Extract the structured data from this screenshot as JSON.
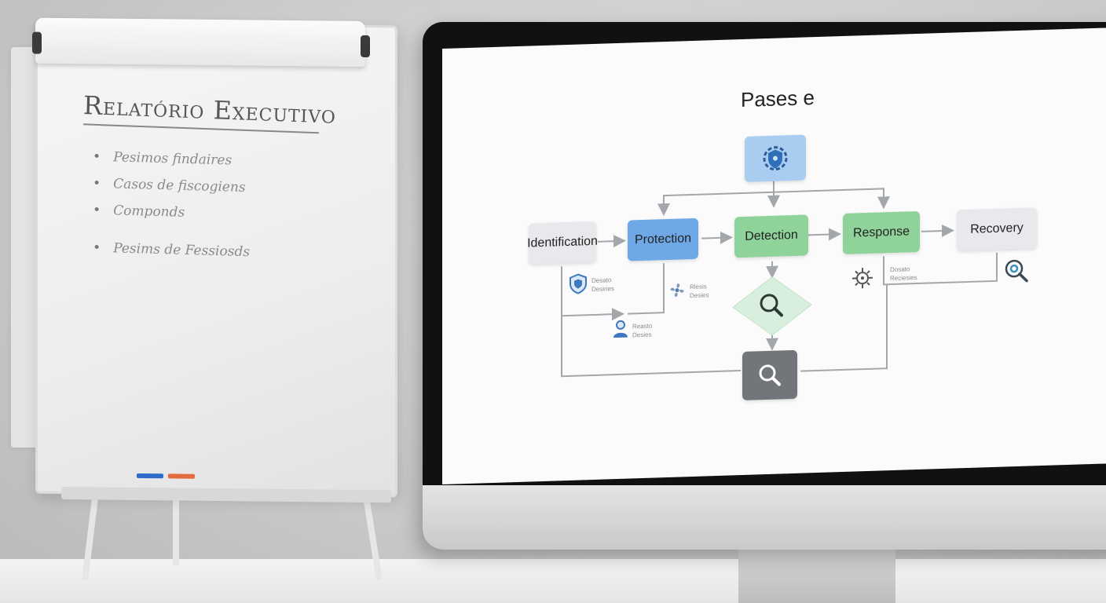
{
  "flipchart": {
    "title": "Relatório Executivo",
    "items": [
      "Pesimos findaires",
      "Casos de fiscogiens",
      "Componds",
      "Pesims de Fessiosds"
    ]
  },
  "screen": {
    "title": "Pases e",
    "nodes": {
      "identification": "Identification",
      "protection": "Protection",
      "detection": "Detection",
      "response": "Response",
      "recovery": "Recovery"
    },
    "captions": {
      "shield_caption": [
        "Desato",
        "Desiries"
      ],
      "fan_caption": [
        "Rlesis",
        "Desies"
      ],
      "person_caption": [
        "Reasto",
        "Desies"
      ],
      "virus_caption": [
        "Dosato",
        "Reciesies"
      ]
    },
    "colors": {
      "blue_node": "#6fa8e6",
      "green_node": "#8fd39a",
      "gray_node": "#e7e9ec",
      "dark_node": "#727579",
      "connector": "#a3a7ab"
    }
  }
}
